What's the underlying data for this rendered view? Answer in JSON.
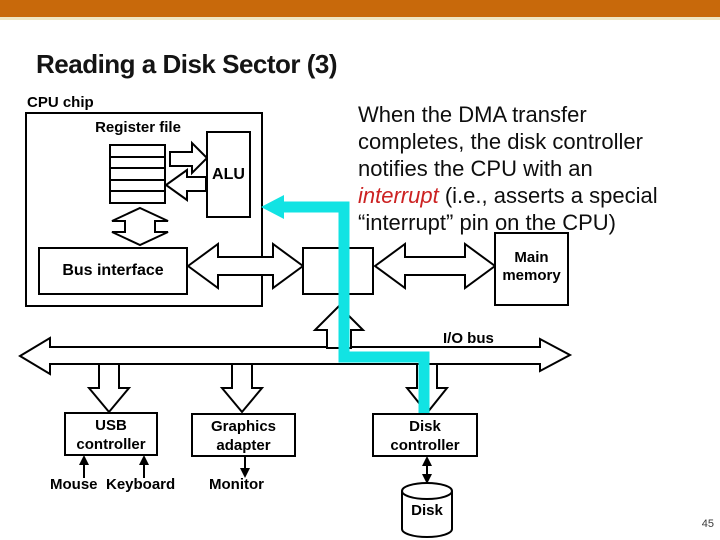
{
  "slide": {
    "title": "Reading a Disk Sector (3)",
    "page_number": "45"
  },
  "paragraph": {
    "line1": "When the DMA transfer",
    "line2": "completes, the disk controller",
    "line3": "notifies the CPU with an",
    "line4_red": "interrupt",
    "line4_rest": " (i.e., asserts a special",
    "line5": "“interrupt” pin on the CPU)"
  },
  "diagram": {
    "cpu_chip_label": "CPU chip",
    "register_file_label": "Register file",
    "alu_label": "ALU",
    "bus_interface_label": "Bus interface",
    "main_memory_line1": "Main",
    "main_memory_line2": "memory",
    "io_bus_label": "I/O bus",
    "usb_controller_line1": "USB",
    "usb_controller_line2": "controller",
    "graphics_adapter_line1": "Graphics",
    "graphics_adapter_line2": "adapter",
    "disk_controller_line1": "Disk",
    "disk_controller_line2": "controller",
    "mouse_label": "Mouse",
    "keyboard_label": "Keyboard",
    "monitor_label": "Monitor",
    "disk_label": "Disk"
  },
  "colors": {
    "accent_bar": "#C8690B",
    "accent_line": "#EFE6C4",
    "highlight_cyan": "#12E3E3",
    "interrupt_red": "#CC2222"
  }
}
